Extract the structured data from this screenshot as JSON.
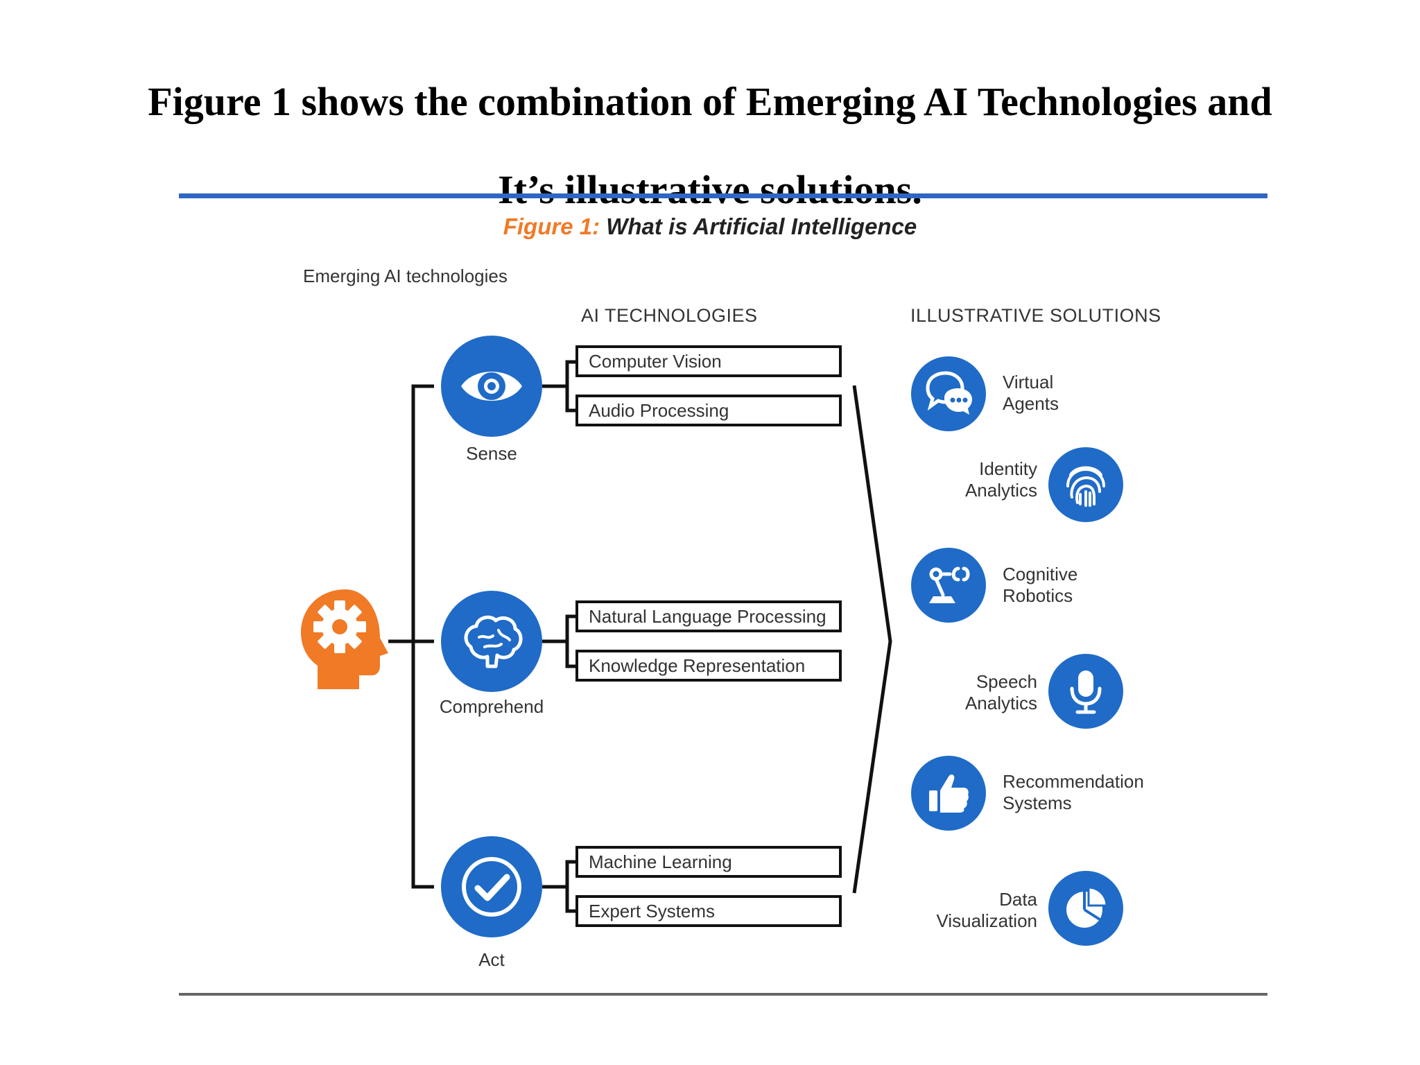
{
  "heading": {
    "line1": "Figure 1 shows the combination of Emerging AI Technologies and",
    "line2": "It’s illustrative solutions."
  },
  "figure": {
    "title_prefix": "Figure 1:",
    "title_text": "What is Artificial Intelligence",
    "section_label": "Emerging AI technologies",
    "col_technologies": "AI TECHNOLOGIES",
    "col_solutions": "ILLUSTRATIVE SOLUTIONS"
  },
  "capabilities": [
    {
      "label": "Sense",
      "icon": "eye-icon"
    },
    {
      "label": "Comprehend",
      "icon": "brain-icon"
    },
    {
      "label": "Act",
      "icon": "checkmark-icon"
    }
  ],
  "technologies": [
    "Computer Vision",
    "Audio Processing",
    "Natural Language Processing",
    "Knowledge Representation",
    "Machine Learning",
    "Expert Systems"
  ],
  "solutions": [
    {
      "line1": "Virtual",
      "line2": "Agents",
      "icon": "chat-bubbles-icon"
    },
    {
      "line1": "Identity",
      "line2": "Analytics",
      "icon": "fingerprint-icon"
    },
    {
      "line1": "Cognitive",
      "line2": "Robotics",
      "icon": "robot-arm-icon"
    },
    {
      "line1": "Speech",
      "line2": "Analytics",
      "icon": "microphone-icon"
    },
    {
      "line1": "Recommendation",
      "line2": "Systems",
      "icon": "thumbs-up-icon"
    },
    {
      "line1": "Data",
      "line2": "Visualization",
      "icon": "pie-chart-icon"
    }
  ],
  "colors": {
    "blue": "#1f6bc7",
    "orange": "#f07a26",
    "rule_blue": "#2f66c4"
  }
}
